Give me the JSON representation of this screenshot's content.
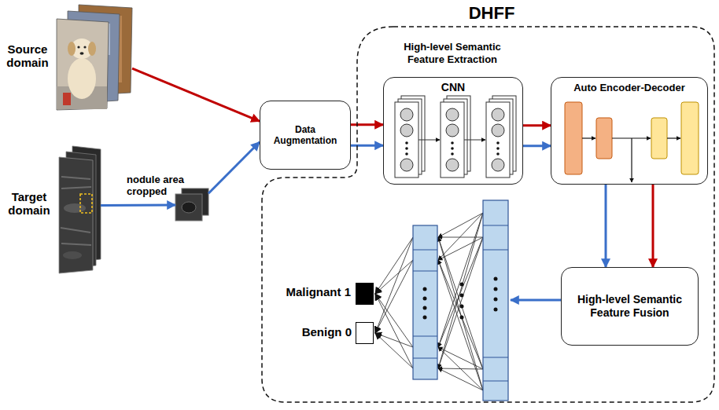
{
  "diagram": {
    "nodes": [
      {
        "text": [
          "Source domain"
        ]
      },
      {
        "text": [
          "Target domain"
        ]
      },
      {
        "text": [
          "nodule area cropped"
        ]
      },
      {
        "text": [
          "Data Augmentation"
        ]
      },
      {
        "text": [
          "DHFF"
        ]
      },
      {
        "text": [
          "CNN"
        ],
        "in": 4
      },
      {
        "text": [
          "Auto Encoder-Decoder"
        ],
        "in": 4
      },
      {
        "text": [
          "High-level Semantic Feature Fusion"
        ],
        "in": 4
      },
      {
        "text": [
          "Malignant 1"
        ],
        "in": 4
      },
      {
        "text": [
          "Benign 0"
        ],
        "in": 4
      }
    ],
    "edges": [
      {
        "from": 0,
        "to": 3,
        "arrow": "to"
      },
      {
        "from": 1,
        "to": 2,
        "arrow": "to"
      },
      {
        "from": 2,
        "to": 3,
        "arrow": "to"
      },
      {
        "from": 3,
        "to": 5,
        "arrow": "to"
      },
      {
        "from": 3,
        "to": 5,
        "arrow": "to"
      },
      {
        "from": 5,
        "to": 6,
        "arrow": "to"
      },
      {
        "from": 5,
        "to": 6,
        "arrow": "to"
      },
      {
        "from": 6,
        "to": 7,
        "arrow": "to"
      },
      {
        "from": 6,
        "to": 7,
        "arrow": "to"
      }
    ],
    "labels": [
      "High-level Semantic Feature Extraction"
    ]
  }
}
